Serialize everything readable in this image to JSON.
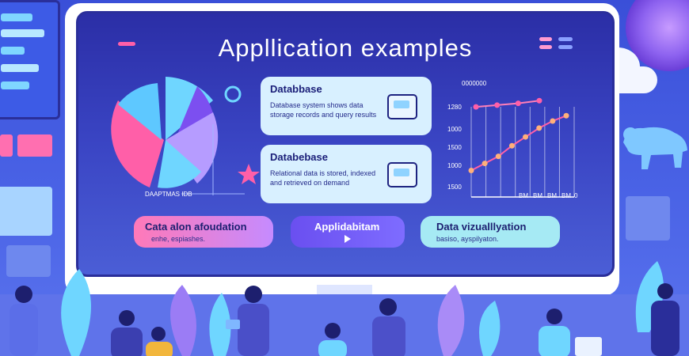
{
  "title": "Appllication examples",
  "cards": [
    {
      "title": "Databbase",
      "text": "Database system shows data storage records and query results"
    },
    {
      "title": "Databebase",
      "text": "Relational data is stored, indexed and retrieved on demand"
    }
  ],
  "buttons": [
    {
      "label": "Cata alon afoudation",
      "sub": "enhe, espiashes."
    },
    {
      "label": "Applidabitam",
      "sub": ""
    },
    {
      "label": "Data vizualllyation",
      "sub": "basiso, ayspilyaton."
    }
  ],
  "pie_axis_label": "DAAPTMAS IDB",
  "chart_axis": [
    "BM",
    "BM",
    "BM",
    "BM",
    "0"
  ],
  "chart_y": [
    "1280",
    "1000",
    "1500",
    "1000",
    "1500"
  ],
  "chart_header": "0000000",
  "chart_data": {
    "type": "line",
    "series": [
      {
        "values": [
          1150,
          1190,
          1230,
          1290,
          1340,
          1390,
          1430,
          1460
        ]
      },
      {
        "values": [
          1510,
          1520,
          1530,
          1545
        ]
      }
    ],
    "ylim": [
      1000,
      1600
    ]
  },
  "colors": {
    "accent_pink": "#ff5fa8",
    "accent_purple": "#7c4ff0",
    "cyan": "#6fd6ff",
    "navy": "#2a2e9a"
  }
}
